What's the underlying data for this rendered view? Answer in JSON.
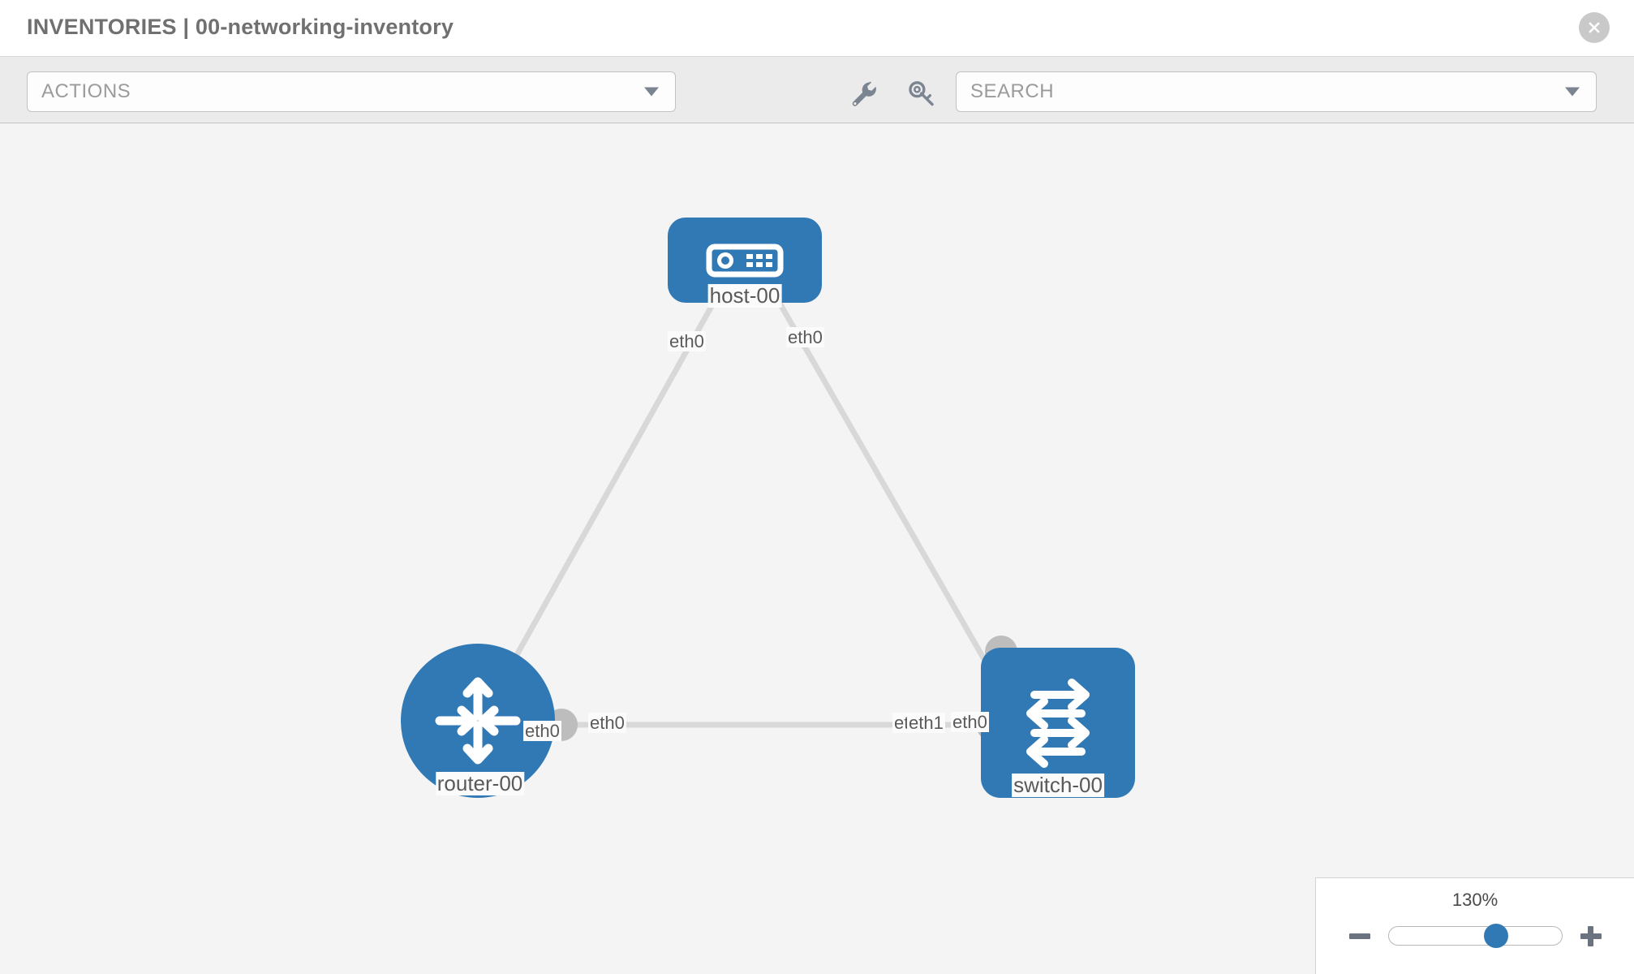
{
  "header": {
    "title": "INVENTORIES | 00-networking-inventory",
    "close_icon": "close-circle-icon"
  },
  "toolbar": {
    "actions_label": "ACTIONS",
    "actions_caret_icon": "chevron-down-icon",
    "wrench_icon": "wrench-icon",
    "key_icon": "key-icon",
    "search_placeholder": "SEARCH",
    "search_caret_icon": "chevron-down-icon"
  },
  "topology": {
    "nodes": [
      {
        "id": "host-00",
        "label": "host-00",
        "icon": "server-device-icon",
        "shape": "rounded-rect",
        "color": "#3179b5"
      },
      {
        "id": "router-00",
        "label": "router-00",
        "icon": "router-arrows-icon",
        "shape": "circle",
        "color": "#3179b5"
      },
      {
        "id": "switch-00",
        "label": "switch-00",
        "icon": "switch-arrows-icon",
        "shape": "rounded-square",
        "color": "#3179b5"
      }
    ],
    "edges": [
      {
        "from": "host-00",
        "to": "router-00",
        "from_label": "eth0",
        "to_label": "eth0"
      },
      {
        "from": "host-00",
        "to": "switch-00",
        "from_label": "eth0",
        "to_label": "eth0"
      },
      {
        "from": "router-00",
        "to": "switch-00",
        "from_label": "eth0",
        "to_label": "eth1"
      }
    ],
    "edge_labels": {
      "host_left": "eth0",
      "host_right": "eth0",
      "router_upper": "eth0",
      "switch_upper": "eth0",
      "router_right": "eth0",
      "switch_left_under": "eth0",
      "switch_left": "eth1"
    },
    "link_color": "#d8d8d8",
    "port_color": "#bdbdbd"
  },
  "zoom_control": {
    "value": "130%",
    "minus_label": "minus-button",
    "plus_label": "plus-button",
    "thumb_position_percent": 62
  }
}
